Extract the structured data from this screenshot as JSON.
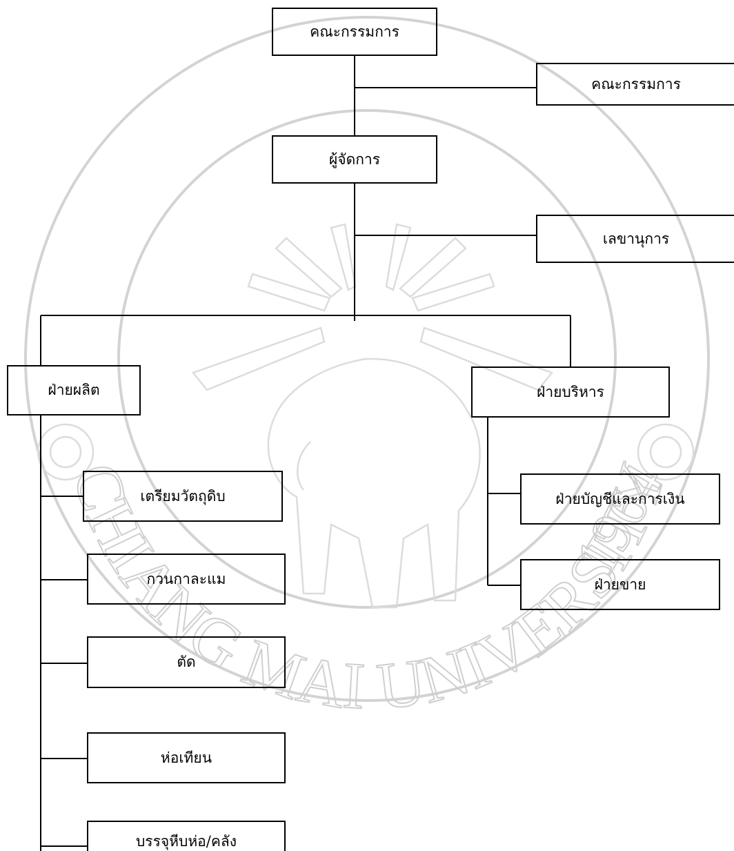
{
  "org_chart": {
    "board": "คณะกรรมการ",
    "advisory_board": "คณะกรรมการ",
    "manager": "ผู้จัดการ",
    "secretary": "เลขานุการ",
    "production_department": {
      "title": "ฝ่ายผลิต",
      "units": [
        "เตรียมวัตถุดิบ",
        "กวนกาละแม",
        "ตัด",
        "ห่อเทียน",
        "บรรจุหีบห่อ/คลัง"
      ]
    },
    "administration_department": {
      "title": "ฝ่ายบริหาร",
      "units": [
        "ฝ่ายบัญชีและการเงิน",
        "ฝ่ายขาย"
      ]
    }
  },
  "watermark": {
    "text_bottom": "CHIANG MAI UNIVERSITY",
    "year": "1964",
    "colors": {
      "watermark": "#d3d3d3",
      "lines": "#000000"
    }
  }
}
